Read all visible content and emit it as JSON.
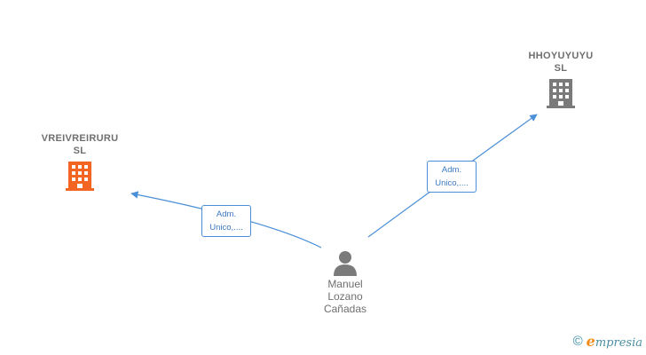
{
  "colors": {
    "edge": "#4a8fd8",
    "company_highlight": "#f26522",
    "company_default": "#6f6f6f",
    "person": "#7a7a7a"
  },
  "nodes": {
    "company_left": {
      "name": "VREIVREIRURU\nSL",
      "icon": "building-icon"
    },
    "company_right": {
      "name": "HHOYUYUYU\nSL",
      "icon": "building-icon"
    },
    "person": {
      "name": "Manuel\nLozano\nCañadas",
      "icon": "person-icon"
    }
  },
  "edges": [
    {
      "from": "person",
      "to": "company_left",
      "label": "Adm.\nUnico,...."
    },
    {
      "from": "person",
      "to": "company_right",
      "label": "Adm.\nUnico,...."
    }
  ],
  "brand": {
    "copyright": "©",
    "initial": "e",
    "rest": "mpresia"
  }
}
